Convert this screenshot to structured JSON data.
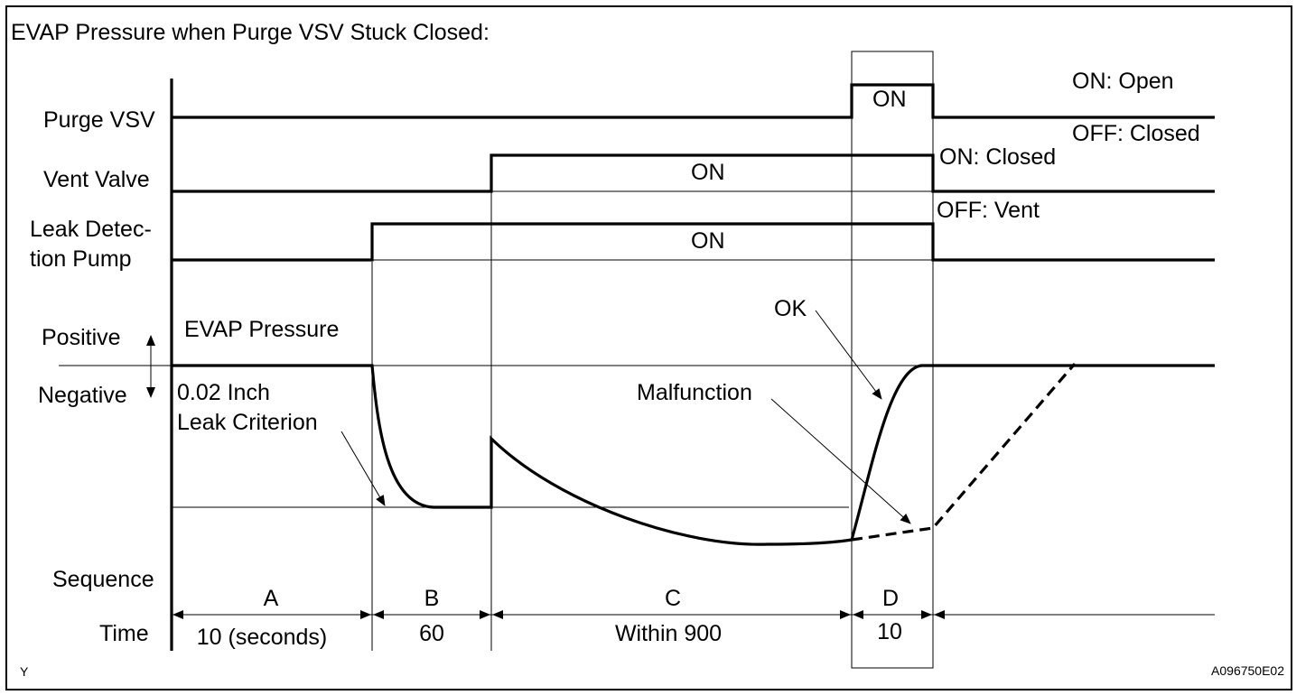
{
  "title": "EVAP Pressure when Purge VSV Stuck Closed:",
  "signals": {
    "purge_vsv": "Purge VSV",
    "vent_valve": "Vent Valve",
    "leak_pump_line1": "Leak Detec-",
    "leak_pump_line2": "tion Pump",
    "positive": "Positive",
    "negative": "Negative",
    "sequence": "Sequence",
    "time": "Time"
  },
  "states": {
    "purge_on": "ON",
    "vent_on": "ON",
    "pump_on": "ON",
    "purge_on_meaning": "ON: Open",
    "purge_off_meaning": "OFF: Closed",
    "vent_on_meaning": "ON: Closed",
    "vent_off_meaning": "OFF: Vent"
  },
  "pressure": {
    "title": "EVAP Pressure",
    "criterion_line1": "0.02 Inch",
    "criterion_line2": "Leak Criterion",
    "malfunction": "Malfunction",
    "ok": "OK"
  },
  "sequence": [
    {
      "label": "A",
      "time": "10 (seconds)"
    },
    {
      "label": "B",
      "time": "60"
    },
    {
      "label": "C",
      "time": "Within 900"
    },
    {
      "label": "D",
      "time": "10"
    }
  ],
  "footer": {
    "corner_left": "Y",
    "figure_id": "A096750E02"
  }
}
